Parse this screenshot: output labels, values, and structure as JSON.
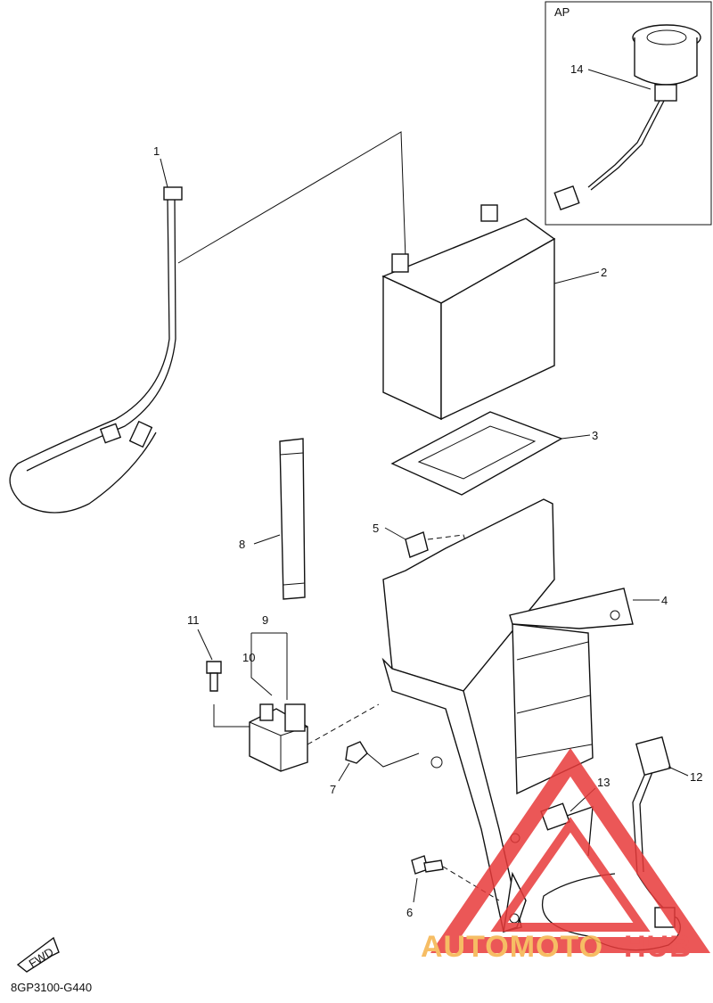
{
  "diagram_code": "8GP3100-G440",
  "inset_label": "AP",
  "fwd_label": "FWD",
  "callouts": [
    "1",
    "2",
    "3",
    "4",
    "5",
    "6",
    "7",
    "8",
    "9",
    "10",
    "11",
    "12",
    "13",
    "14"
  ],
  "watermark": {
    "part1": "AUTOMOTO",
    "part2": "HUB",
    "color1": "#f5b24a",
    "color2": "#e83a3a"
  },
  "colors": {
    "ink": "#111111",
    "watermark_triangle": "#e83a3a"
  }
}
